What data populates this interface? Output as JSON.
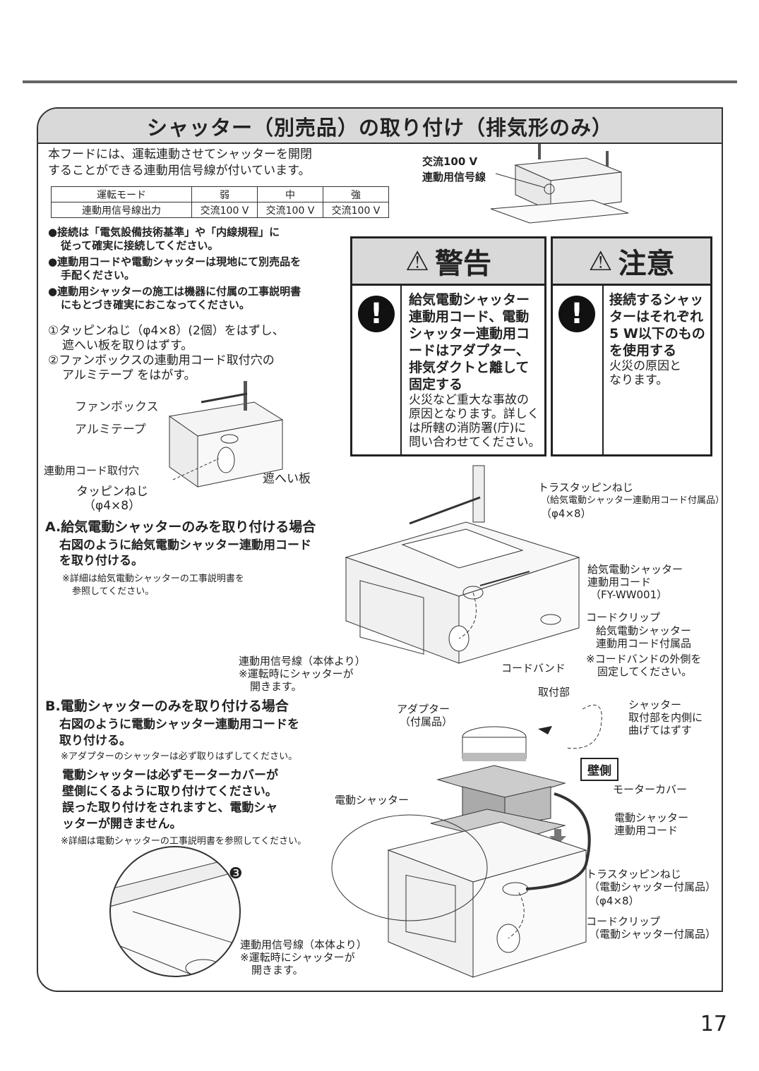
{
  "title": "シャッター（別売品）の取り付け（排気形のみ）",
  "intro": [
    "本フードには、運転連動させてシャッターを開閉",
    "することができる連動用信号線が付いています。"
  ],
  "mode_table": {
    "header": [
      "運転モード",
      "弱",
      "中",
      "強"
    ],
    "row": [
      "連動用信号線出力",
      "交流100 V",
      "交流100 V",
      "交流100 V"
    ]
  },
  "top_diagram_labels": [
    "交流100 V",
    "連動用信号線"
  ],
  "notes": [
    [
      "●接続は「電気設備技術基準」や「内線規程」に",
      "従って確実に接続してください。"
    ],
    [
      "●連動用コードや電動シャッターは現地にて別売品を",
      "手配ください。"
    ],
    [
      "●連動用シャッターの施工は機器に付属の工事説明書",
      "にもとづき確実におこなってください。"
    ]
  ],
  "steps": [
    [
      "①タッピンねじ（φ4×8）(2個）をはずし、",
      "遮へい板を取りはずす。"
    ],
    [
      "②ファンボックスの連動用コード取付穴の",
      "アルミテープ をはがす。"
    ]
  ],
  "fan_labels": {
    "fanbox": "ファンボックス",
    "alumi": "アルミテープ",
    "cord_hole": "連動用コード取付穴",
    "shield": "遮へい板",
    "screw": "タッピンねじ",
    "screw_size": "（φ4×8）"
  },
  "warning": {
    "label": "警告",
    "bold": [
      "給気電動シャッター",
      "連動用コード、電動",
      "シャッター連動用コ",
      "ードはアダプター、",
      "排気ダクトと離して",
      "固定する"
    ],
    "normal": [
      "火災など重大な事故の",
      "原因となります。詳しく",
      "は所轄の消防署(庁)に",
      "問い合わせてください。"
    ]
  },
  "caution": {
    "label": "注意",
    "bold": [
      "接続するシャッ",
      "ターはそれぞれ",
      "5 W以下のもの",
      "を使用する"
    ],
    "normal": [
      "火災の原因と",
      "なります。"
    ]
  },
  "section_a": {
    "heading": "A.給気電動シャッターのみを取り付ける場合",
    "body": [
      "右図のように給気電動シャッター連動用コード",
      "を取り付ける。"
    ],
    "note": [
      "※詳細は給気電動シャッターの工事説明書を",
      "参照してください。"
    ]
  },
  "diagram_a": {
    "truss_screw": "トラスタッピンねじ",
    "truss_note": "（給気電動シャッター連動用コード付属品）",
    "truss_size": "（φ4×8）",
    "cord": [
      "給気電動シャッター",
      "連動用コード",
      "（FY-WW001）"
    ],
    "clip": "コードクリップ",
    "clip_note": [
      "給気電動シャッター",
      "連動用コード付属品"
    ],
    "band_note": [
      "※コードバンドの外側を",
      "固定してください。"
    ],
    "band": "コードバンド",
    "signal": [
      "連動用信号線（本体より）",
      "※運転時にシャッターが",
      "開きます。"
    ]
  },
  "section_b": {
    "heading": "B.電動シャッターのみを取り付ける場合",
    "body": [
      "右図のように電動シャッター連動用コードを",
      "取り付ける。"
    ],
    "note1": "※アダプターのシャッターは必ず取りはずしてください。",
    "bold": [
      "電動シャッターは必ずモーターカバーが",
      "壁側にくるように取り付けてください。",
      "誤った取り付けをされますと、電動シャ",
      "ッターが開きません。"
    ],
    "note2": "※詳細は電動シャッターの工事説明書を参照してください。"
  },
  "diagram_b": {
    "mount": "取付部",
    "shutter": "シャッター",
    "shutter_note": [
      "取付部を内側に",
      "曲げてはずす"
    ],
    "adapter": [
      "アダプター",
      "（付属品）"
    ],
    "wall": "壁側",
    "motor_cover": "モーターカバー",
    "e_shutter": "電動シャッター",
    "e_cord": [
      "電動シャッター",
      "連動用コード"
    ],
    "truss": [
      "トラスタッピンねじ",
      "（電動シャッター付属品）",
      "（φ4×8）"
    ],
    "clip": [
      "コードクリップ",
      "（電動シャッター付属品）"
    ],
    "signal": [
      "連動用信号線（本体より）",
      "※運転時にシャッターが",
      "開きます。"
    ],
    "marker": "❸"
  },
  "page_number": "17"
}
